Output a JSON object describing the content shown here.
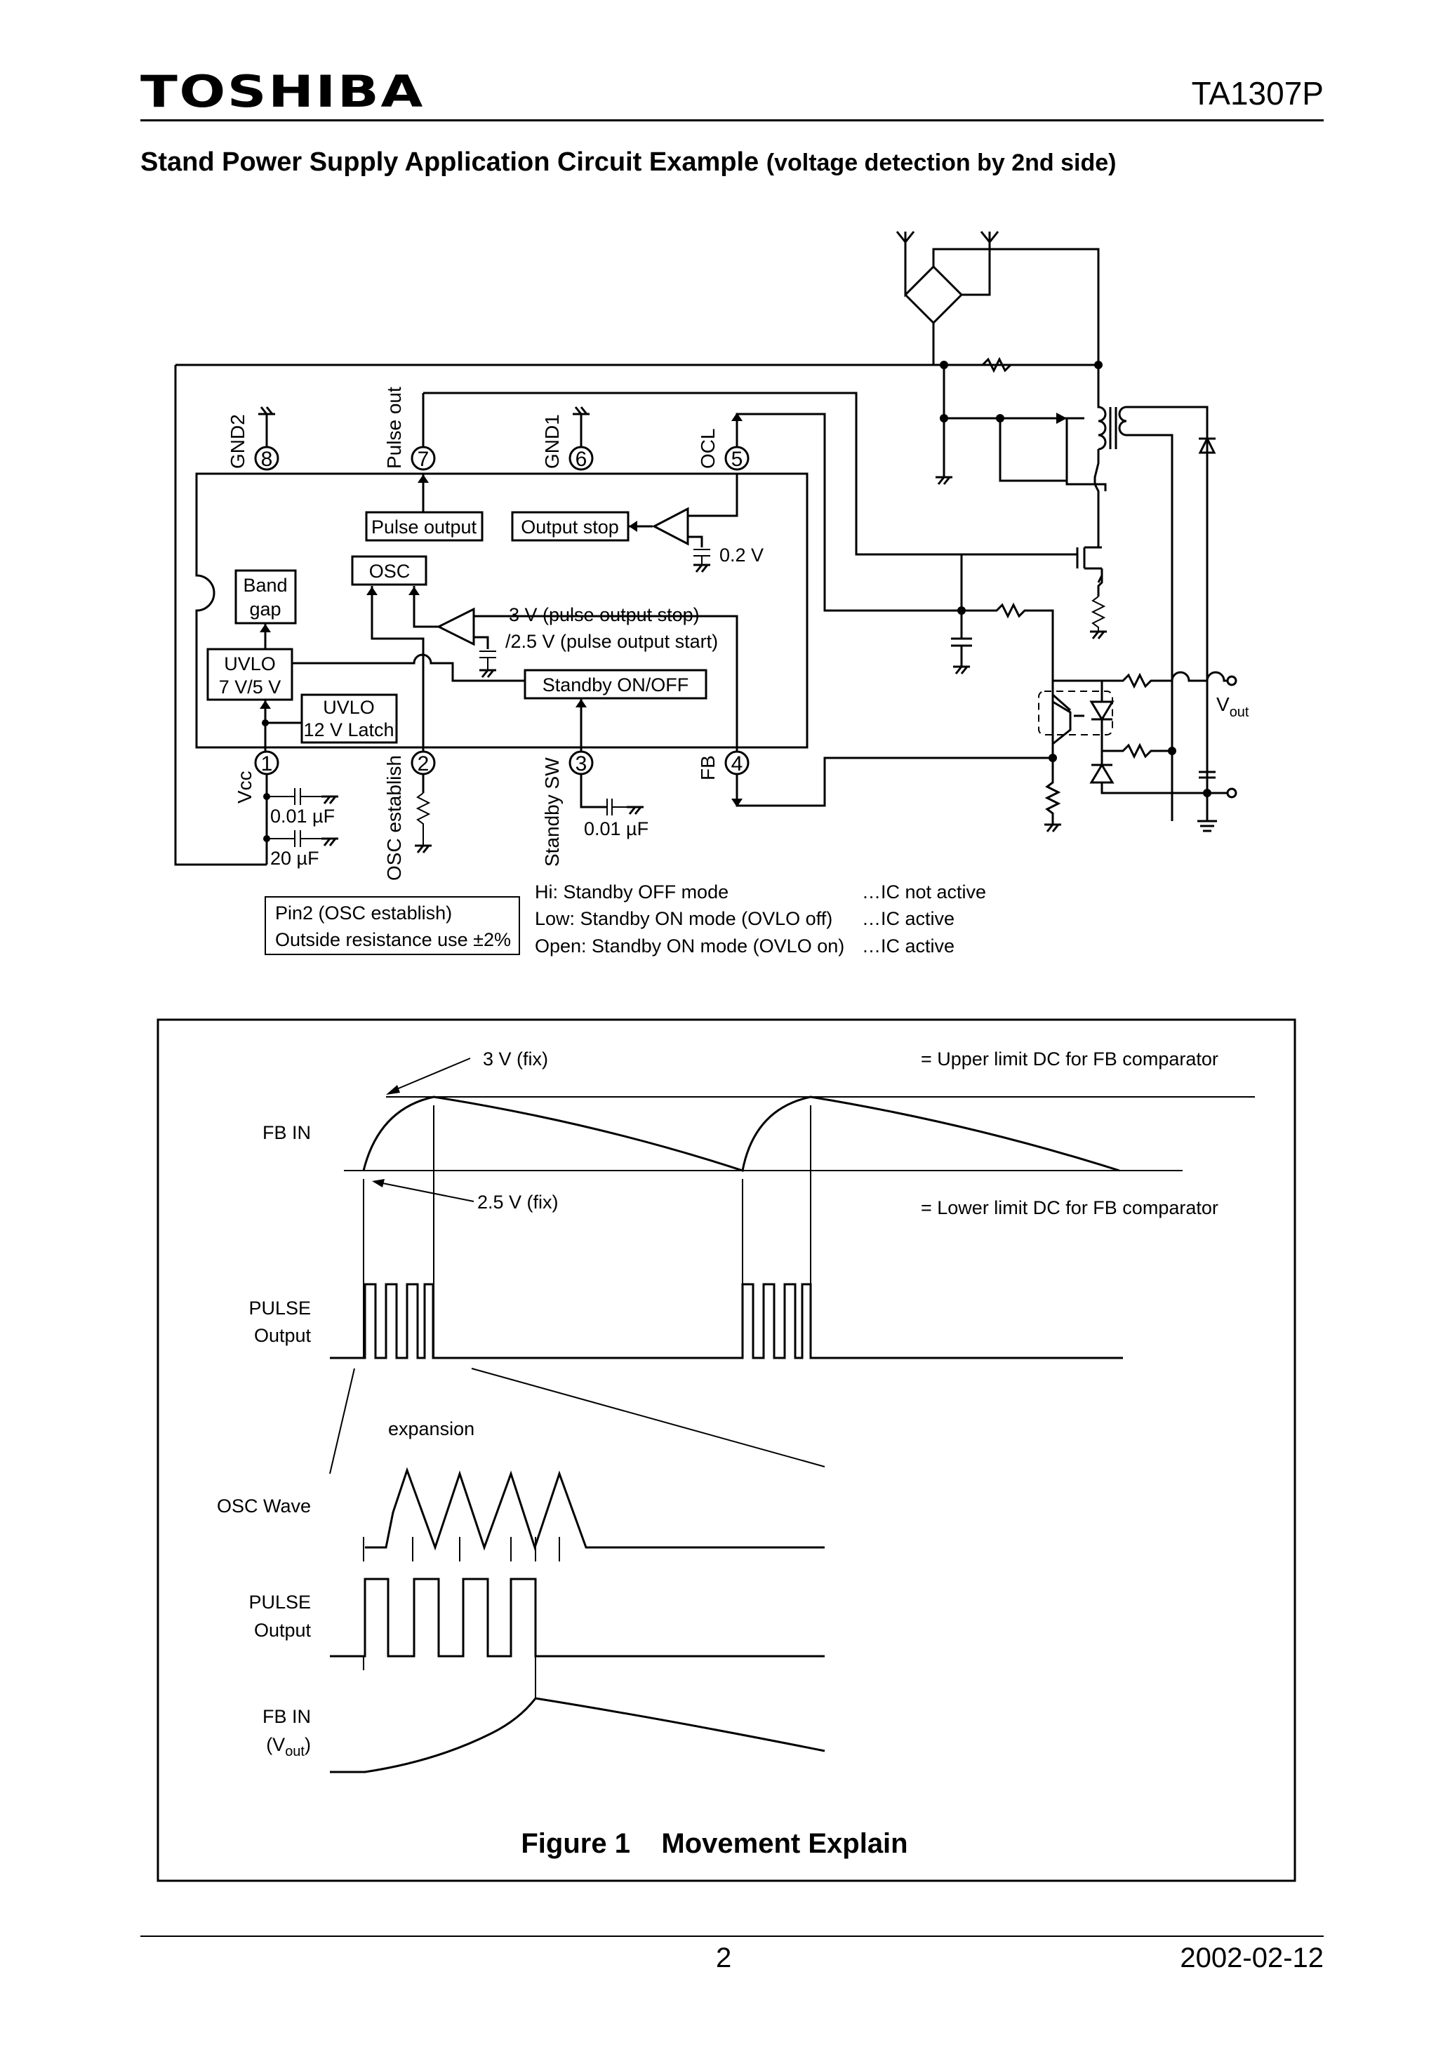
{
  "header": {
    "brand": "TOSHIBA",
    "part_number": "TA1307P",
    "heading_main": "Stand Power Supply Application Circuit Example",
    "heading_sub": "(voltage detection by 2nd side)"
  },
  "circuit": {
    "pins": [
      {
        "num": "8",
        "label": "GND2"
      },
      {
        "num": "7",
        "label": "Pulse out"
      },
      {
        "num": "6",
        "label": "GND1"
      },
      {
        "num": "5",
        "label": "OCL"
      },
      {
        "num": "1",
        "label": "Vcc"
      },
      {
        "num": "2",
        "label": "OSC establish"
      },
      {
        "num": "3",
        "label": "Standby SW"
      },
      {
        "num": "4",
        "label": "FB"
      }
    ],
    "blocks": {
      "pulse_output": "Pulse output",
      "output_stop": "Output stop",
      "osc": "OSC",
      "band": "Band",
      "gap": "gap",
      "uvlo1_a": "UVLO",
      "uvlo1_b": "7 V/5 V",
      "uvlo2_a": "UVLO",
      "uvlo2_b": "12 V Latch",
      "standby": "Standby ON/OFF"
    },
    "values": {
      "ocl_ref": "0.2 V",
      "cmp_ref_1": "3 V (pulse output stop)",
      "cmp_ref_2": "/2.5 V (pulse output start)",
      "cap_vcc_1": "0.01 µF",
      "cap_vcc_2": "20 µF",
      "cap_sw": "0.01 µF",
      "vout": "V",
      "vout_sub": "out"
    },
    "note_box": {
      "line1": "Pin2 (OSC establish)",
      "line2": "Outside resistance use ±2%"
    },
    "modes": [
      {
        "mode": "Hi: Standby OFF mode",
        "state": "…IC not active"
      },
      {
        "mode": "Low: Standby ON mode (OVLO off)",
        "state": "…IC active"
      },
      {
        "mode": "Open: Standby ON mode (OVLO on)",
        "state": "…IC active"
      }
    ]
  },
  "figure": {
    "top_fix": "3 V (fix)",
    "low_fix": "2.5 V (fix)",
    "upper_note": "= Upper limit DC for FB comparator",
    "lower_note": "= Lower limit DC for FB comparator",
    "fb_in": "FB  IN",
    "pulse_1": "PULSE",
    "output_1": "Output",
    "expansion": "expansion",
    "osc_wave": "OSC  Wave",
    "pulse_2": "PULSE",
    "output_2": "Output",
    "fb_in_2": "FB  IN",
    "vout_2": "(V",
    "vout_2_sub": "out",
    "vout_2_close": ")",
    "caption": "Figure 1    Movement Explain"
  },
  "footer": {
    "page": "2",
    "date": "2002-02-12"
  }
}
